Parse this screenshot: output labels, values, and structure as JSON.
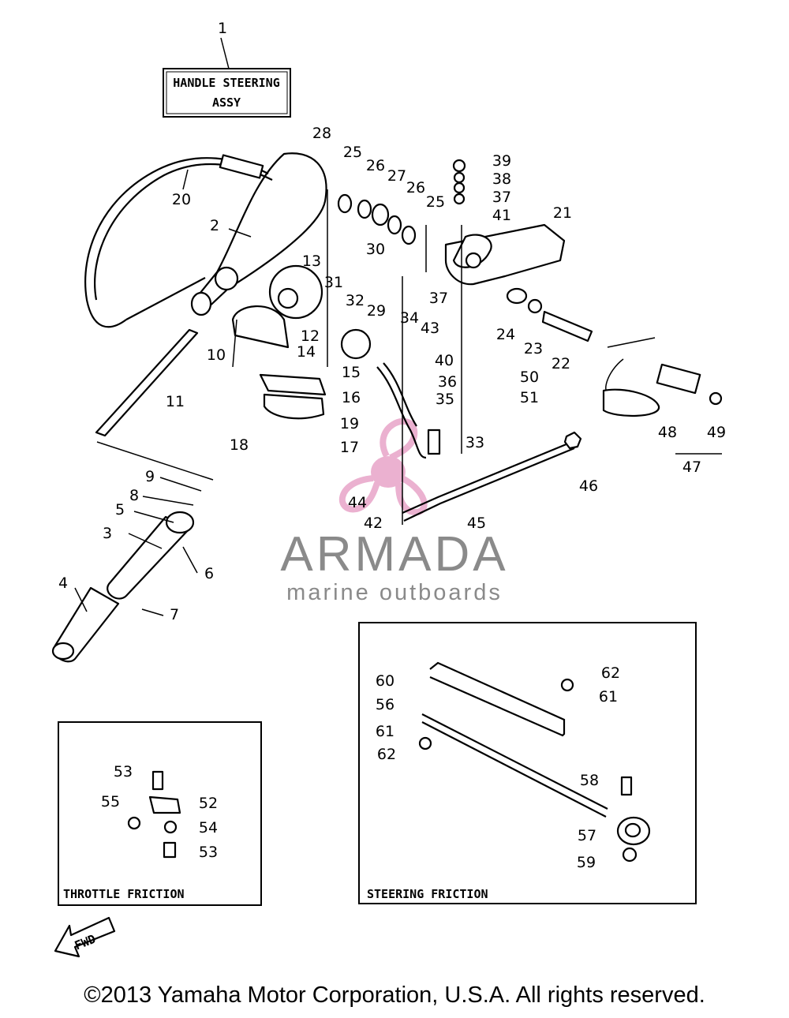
{
  "title_box": {
    "line1": "HANDLE STEERING",
    "line2": "ASSY"
  },
  "inset_throttle": {
    "label": "THROTTLE FRICTION"
  },
  "inset_steering": {
    "label": "STEERING FRICTION"
  },
  "fwd_arrow": {
    "label": "FWD"
  },
  "watermark": {
    "brand": "ARMADA",
    "tagline": "marine outboards",
    "logo_icon": "propeller-logo-icon",
    "accent_color": "#e8a4c8",
    "text_color": "#8a8a8a"
  },
  "copyright": "©2013 Yamaha Motor Corporation, U.S.A. All rights reserved.",
  "callouts": [
    "1",
    "2",
    "3",
    "4",
    "5",
    "6",
    "7",
    "8",
    "9",
    "10",
    "11",
    "12",
    "13",
    "14",
    "15",
    "16",
    "17",
    "18",
    "19",
    "20",
    "21",
    "22",
    "23",
    "24",
    "25",
    "25",
    "26",
    "26",
    "27",
    "28",
    "29",
    "30",
    "31",
    "32",
    "33",
    "34",
    "35",
    "36",
    "37",
    "37",
    "38",
    "39",
    "40",
    "41",
    "42",
    "43",
    "44",
    "45",
    "46",
    "47",
    "48",
    "49",
    "50",
    "51",
    "52",
    "53",
    "53",
    "54",
    "55",
    "56",
    "57",
    "58",
    "59",
    "60",
    "61",
    "61",
    "62",
    "62"
  ]
}
